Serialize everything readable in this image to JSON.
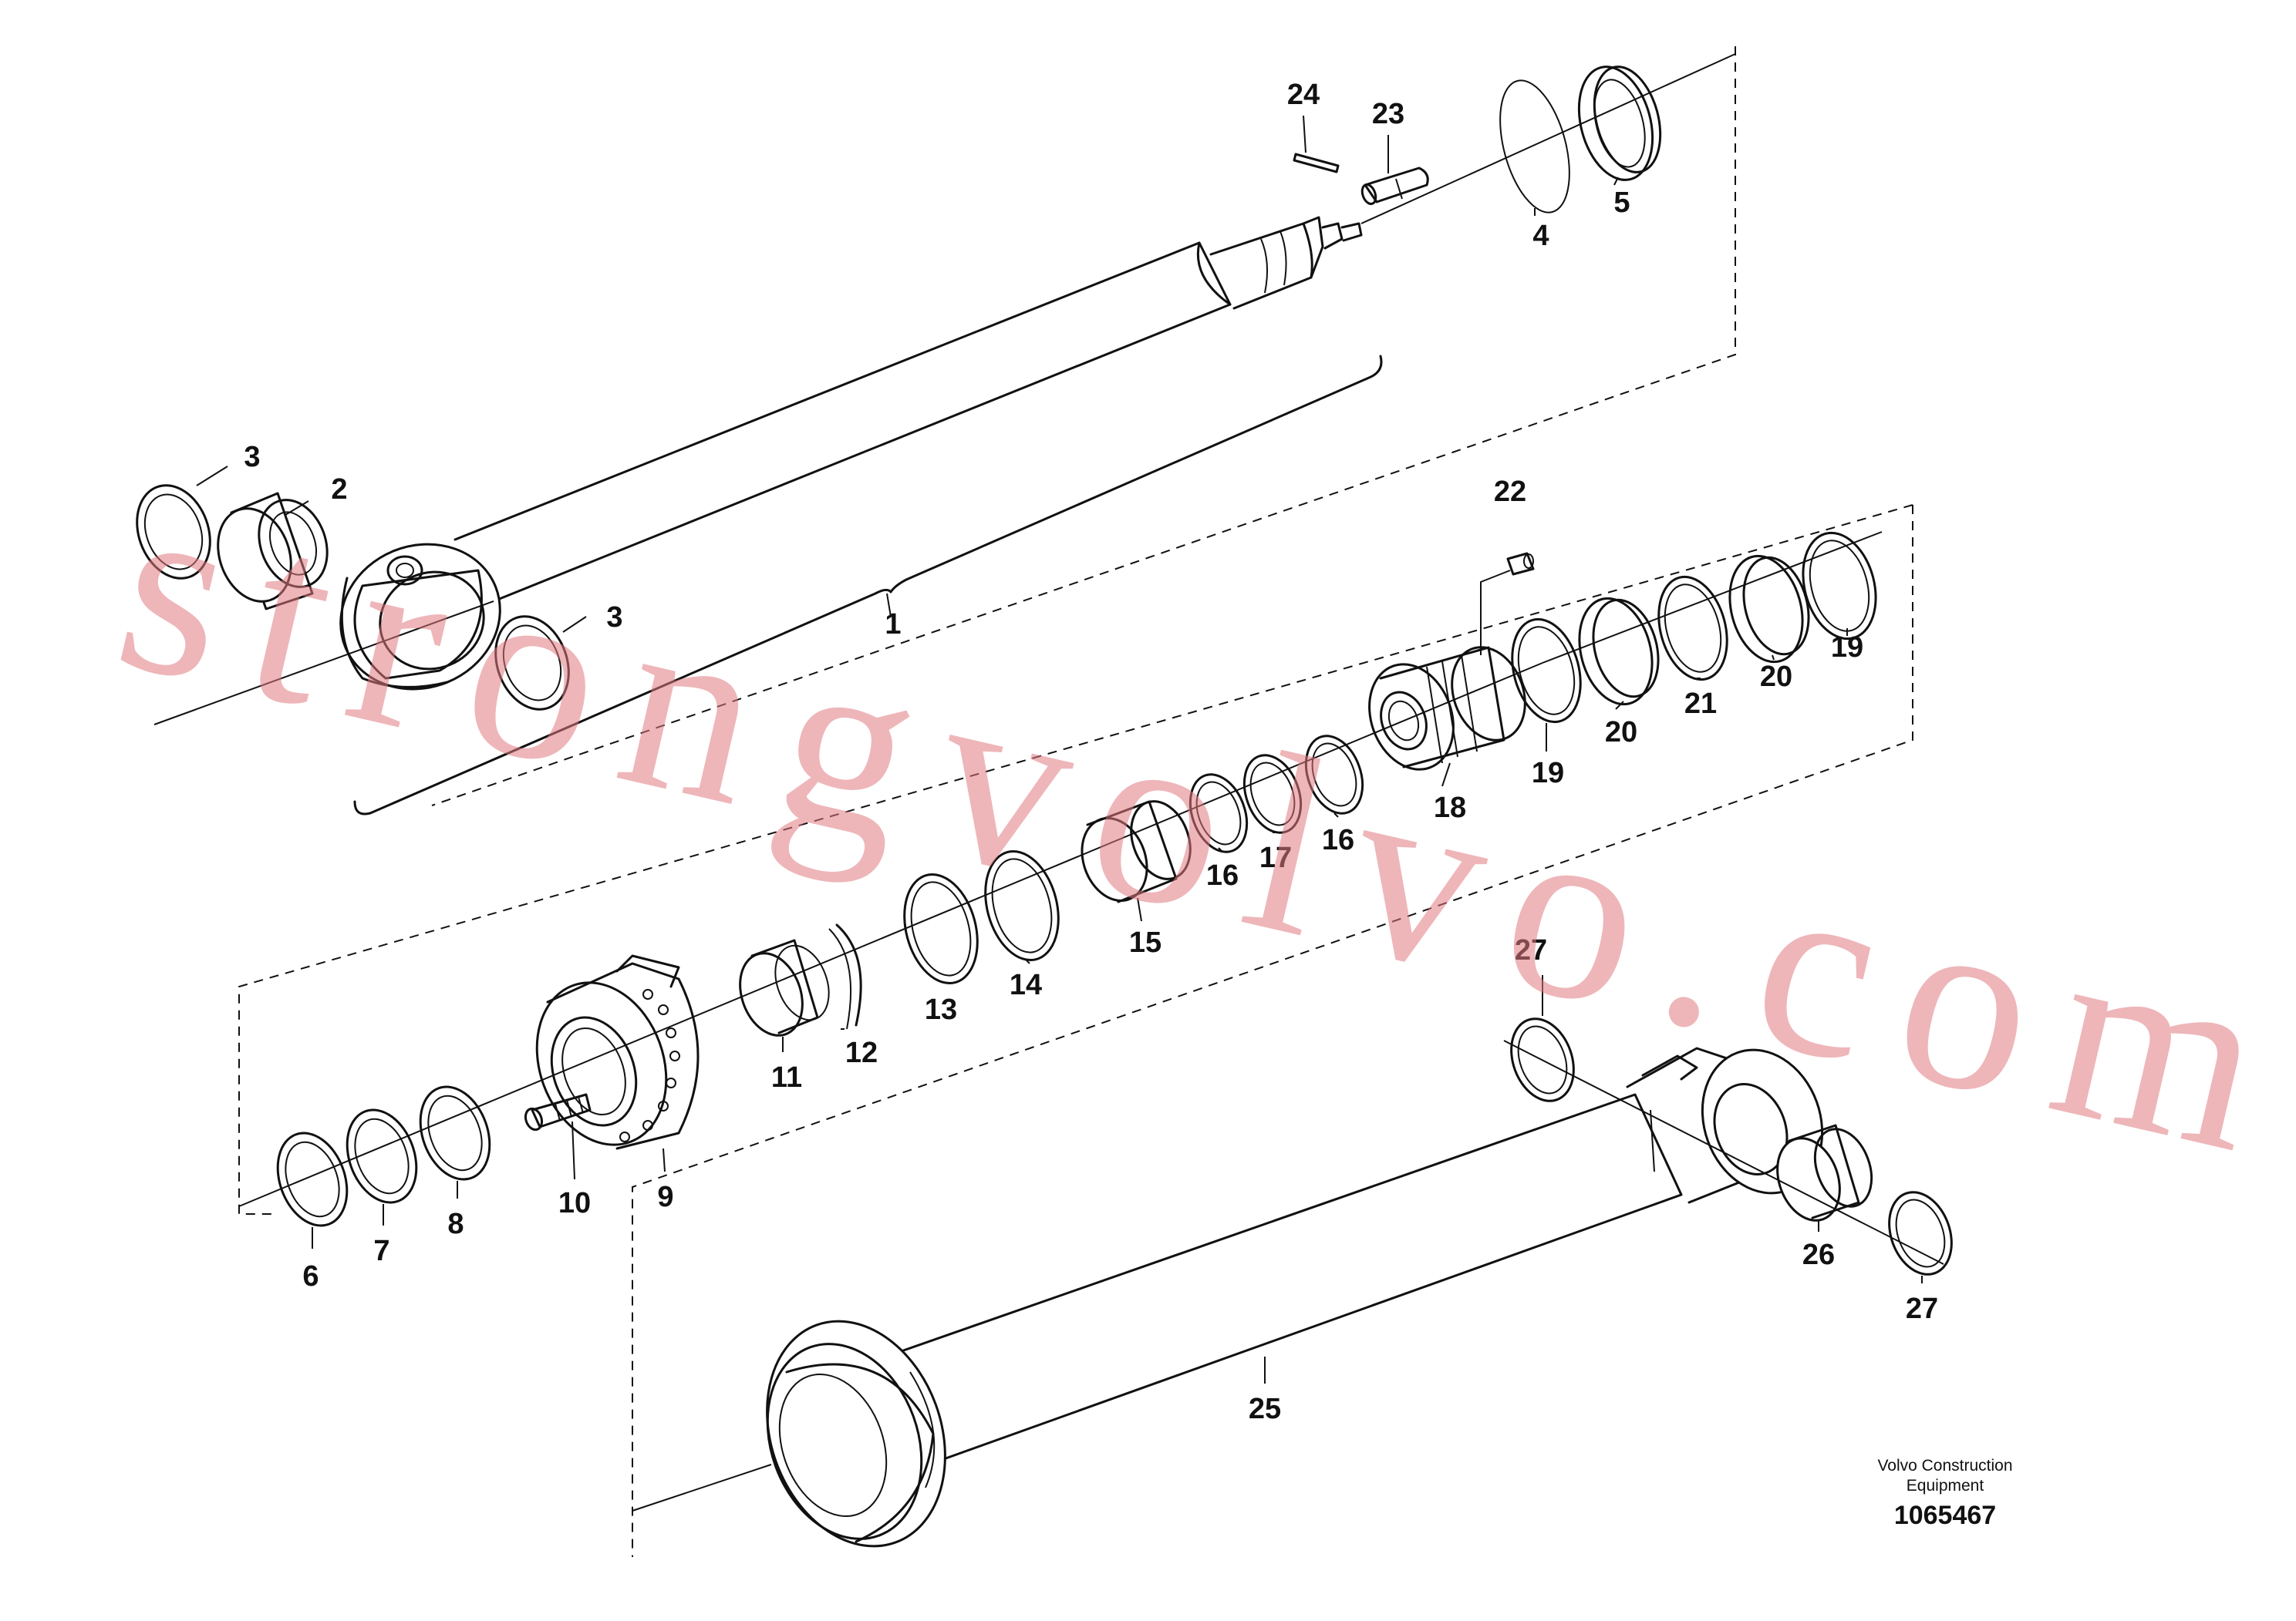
{
  "callouts": {
    "c1": "1",
    "c2": "2",
    "c3a": "3",
    "c3b": "3",
    "c4": "4",
    "c5": "5",
    "c6": "6",
    "c7": "7",
    "c8": "8",
    "c9": "9",
    "c10": "10",
    "c11": "11",
    "c12": "12",
    "c13": "13",
    "c14": "14",
    "c15": "15",
    "c16a": "16",
    "c16b": "16",
    "c17": "17",
    "c18": "18",
    "c19a": "19",
    "c19b": "19",
    "c20a": "20",
    "c20b": "20",
    "c21": "21",
    "c22": "22",
    "c23": "23",
    "c24": "24",
    "c25": "25",
    "c26": "26",
    "c27a": "27",
    "c27b": "27"
  },
  "watermark": "strongvolvo.com",
  "title_block": {
    "maker_line1": "Volvo Construction",
    "maker_line2": "Equipment",
    "drawing_number": "1065467"
  }
}
